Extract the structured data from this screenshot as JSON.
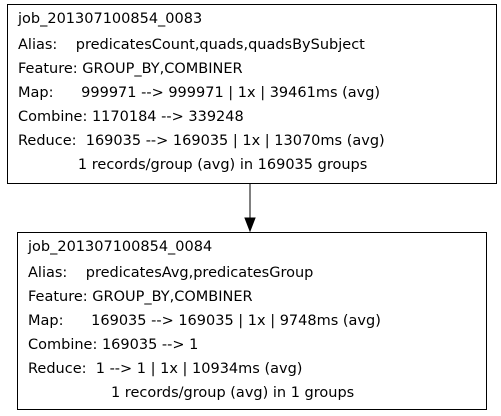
{
  "nodes": [
    {
      "job": "job_201307100854_0083",
      "alias": "Alias:    predicatesCount,quads,quadsBySubject",
      "feature": "Feature: GROUP_BY,COMBINER",
      "map": "Map:      999971 --> 999971 | 1x | 39461ms (avg)",
      "combine": "Combine: 1170184 --> 339248",
      "reduce": "Reduce:  169035 --> 169035 | 1x | 13070ms (avg)",
      "groups": "             1 records/group (avg) in 169035 groups"
    },
    {
      "job": "job_201307100854_0084",
      "alias": "Alias:    predicatesAvg,predicatesGroup",
      "feature": "Feature: GROUP_BY,COMBINER",
      "map": "Map:      169035 --> 169035 | 1x | 9748ms (avg)",
      "combine": "Combine: 169035 --> 1",
      "reduce": "Reduce:  1 --> 1 | 1x | 10934ms (avg)",
      "groups": "                  1 records/group (avg) in 1 groups"
    }
  ]
}
